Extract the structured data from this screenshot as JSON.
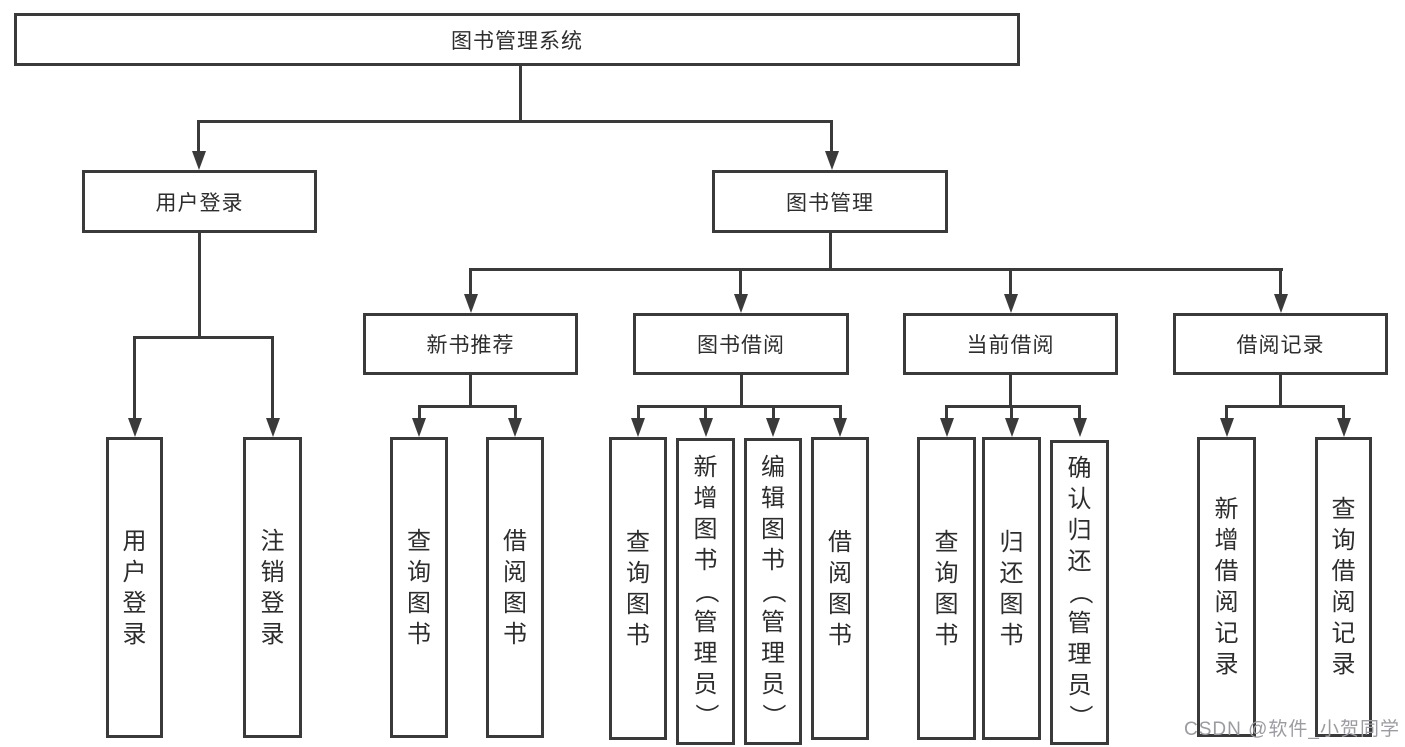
{
  "diagram_title": "图书管理系统",
  "colors": {
    "line": "#3a3a3a",
    "box_background": "#ffffff",
    "text": "#2d2d2d",
    "watermark": "#9b9ba1"
  },
  "root": {
    "label": "图书管理系统"
  },
  "level2": {
    "user_login": {
      "label": "用户登录"
    },
    "book_mgmt": {
      "label": "图书管理"
    }
  },
  "level3": {
    "new_books": {
      "label": "新书推荐"
    },
    "borrow": {
      "label": "图书借阅"
    },
    "current": {
      "label": "当前借阅"
    },
    "records": {
      "label": "借阅记录"
    }
  },
  "leaves": {
    "ul1": {
      "label": "用户登录"
    },
    "ul2": {
      "label": "注销登录"
    },
    "nb1": {
      "label": "查询图书"
    },
    "nb2": {
      "label": "借阅图书"
    },
    "bw1": {
      "label": "查询图书"
    },
    "bw2": {
      "label": "新增图书（管理员）"
    },
    "bw3": {
      "label": "编辑图书（管理员）"
    },
    "bw4": {
      "label": "借阅图书"
    },
    "cu1": {
      "label": "查询图书"
    },
    "cu2": {
      "label": "归还图书"
    },
    "cu3": {
      "label": "确认归还（管理员）"
    },
    "rc1": {
      "label": "新增借阅记录"
    },
    "rc2": {
      "label": "查询借阅记录"
    }
  },
  "watermark": {
    "text": "CSDN @软件_小贺同学"
  }
}
